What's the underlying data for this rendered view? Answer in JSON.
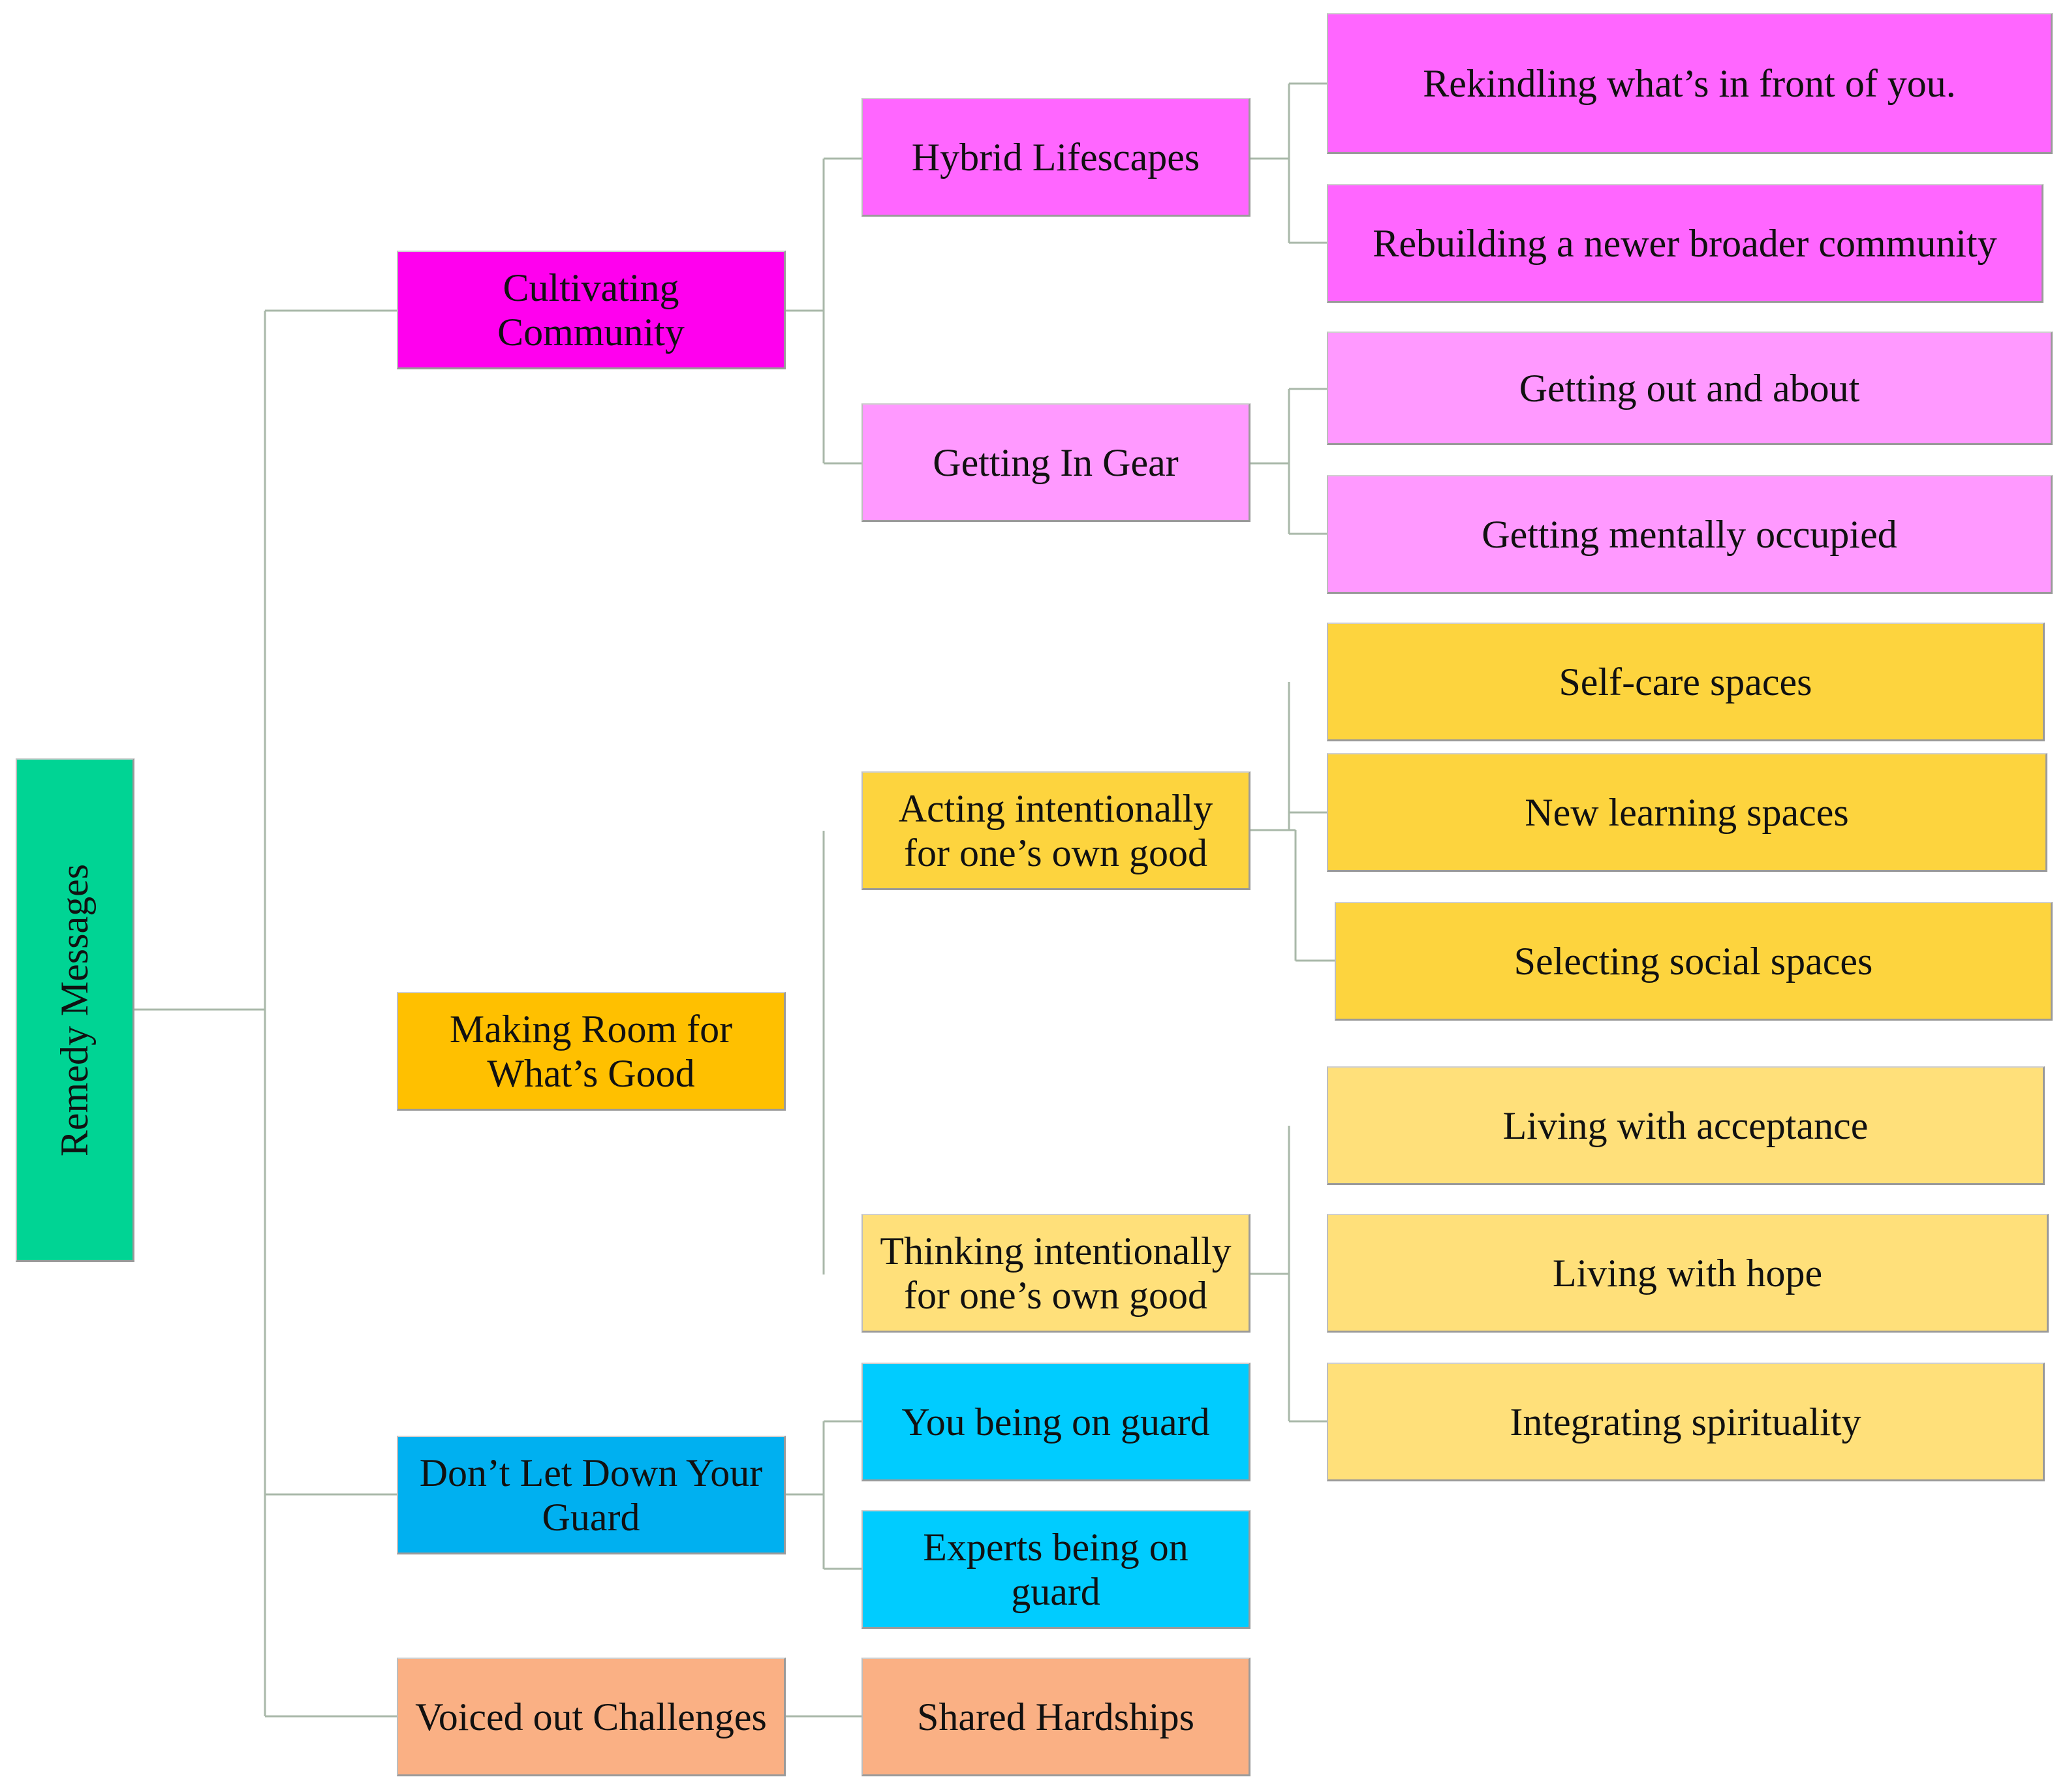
{
  "root": {
    "label": "Remedy Messages"
  },
  "categories": [
    {
      "label": "Cultivating Community"
    },
    {
      "label": "Making Room for What’s Good"
    },
    {
      "label": "Don’t Let Down Your Guard"
    },
    {
      "label": "Voiced out Challenges"
    }
  ],
  "subthemes": [
    {
      "label": "Hybrid Lifescapes"
    },
    {
      "label": "Getting In Gear"
    },
    {
      "label": "Acting intentionally for one’s own good"
    },
    {
      "label": "Thinking intentionally for one’s own good"
    },
    {
      "label": "You being on guard"
    },
    {
      "label": "Experts being on guard"
    },
    {
      "label": "Shared Hardships"
    }
  ],
  "leaves": [
    {
      "label": "Rekindling what’s in front of you."
    },
    {
      "label": "Rebuilding a newer broader community"
    },
    {
      "label": "Getting out and about"
    },
    {
      "label": "Getting mentally occupied"
    },
    {
      "label": "Self-care spaces"
    },
    {
      "label": "New learning spaces"
    },
    {
      "label": "Selecting social spaces"
    },
    {
      "label": "Living with acceptance"
    },
    {
      "label": "Living with hope"
    },
    {
      "label": "Integrating spirituality"
    }
  ],
  "colors": {
    "root": "#00d494",
    "community": "#ff00ee",
    "community_light": "#ff66ff",
    "community_lighter": "#ff99ff",
    "good": "#ffc000",
    "good_mid": "#fdd43e",
    "good_light": "#ffe07a",
    "guard": "#00b0f0",
    "guard_light": "#00ccff",
    "challenges": "#fab084",
    "connector": "#a9b8a9"
  }
}
